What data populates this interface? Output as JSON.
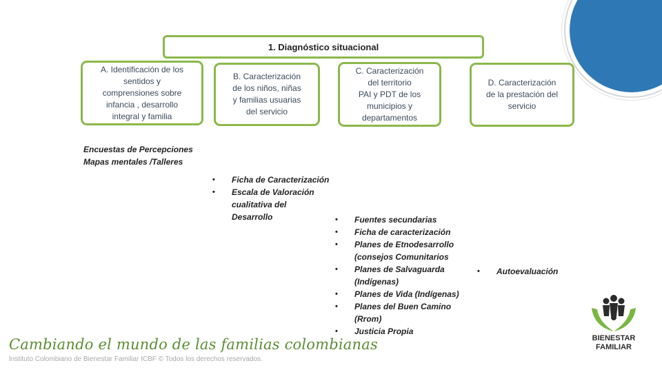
{
  "header": {
    "title": "1. Diagnóstico situacional"
  },
  "categories": [
    {
      "lines": [
        "A. Identificación de  los",
        "sentidos y",
        "comprensiones sobre",
        "infancia , desarrollo",
        "integral y familia"
      ]
    },
    {
      "lines": [
        "B. Caracterización",
        "de los niños, niñas",
        "y familias  usuarias",
        "del servicio"
      ]
    },
    {
      "lines": [
        "C. Caracterización",
        "del territorio",
        "PAI y PDT de los",
        "municipios y",
        "departamentos"
      ]
    },
    {
      "lines": [
        "D. Caracterización",
        "de la prestación del",
        "servicio"
      ]
    }
  ],
  "tools": {
    "a": [
      "Encuestas de Percepciones",
      "Mapas mentales /Talleres"
    ],
    "b": [
      "Ficha de Caracterización",
      "Escala de Valoración cualitativa del Desarrollo"
    ],
    "c": [
      "Fuentes secundarias",
      "Ficha de caracterización",
      "Planes de Etnodesarrollo (consejos Comunitarios",
      "Planes de Salvaguarda (Indígenas)",
      "Planes de Vida (Indígenas)",
      "Planes del Buen Camino (Rrom)",
      "Justicia Propia"
    ],
    "d": [
      "Autoevaluación"
    ]
  },
  "footer": {
    "slogan": "Cambiando el mundo de las familias colombianas",
    "copyright": "Instituto Colombiano de Bienestar Familiar ICBF © Todos los derechos reservados."
  },
  "logo": {
    "line1": "BIENESTAR",
    "line2": "FAMILIAR"
  },
  "colors": {
    "accent_green": "#8ab84a",
    "slogan_green": "#5b8c32",
    "circle_blue": "#2e78b6"
  }
}
